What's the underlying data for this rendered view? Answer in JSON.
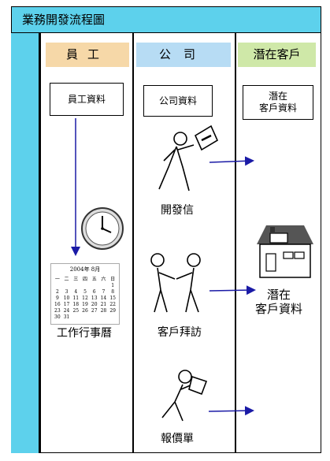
{
  "title": "業務開發流程圖",
  "lanes": {
    "employee": "員工",
    "company": "公司",
    "prospect": "潛在客戶"
  },
  "boxes": {
    "employee_data": "員工資料",
    "company_data": "公司資料",
    "prospect_data_line1": "潛在",
    "prospect_data_line2": "客戶資料"
  },
  "steps": {
    "letter": "開發信",
    "visit": "客戶拜訪",
    "quote": "報價單",
    "schedule": "工作行事曆",
    "result_line1": "潛在",
    "result_line2": "客戶資料"
  },
  "calendar": {
    "header": "2004年 8月",
    "weekdays": [
      "一",
      "二",
      "三",
      "四",
      "五",
      "六",
      "日"
    ],
    "days": [
      "",
      "",
      "",
      "",
      "",
      "",
      "1",
      "2",
      "3",
      "4",
      "5",
      "6",
      "7",
      "8",
      "9",
      "10",
      "11",
      "12",
      "13",
      "14",
      "15",
      "16",
      "17",
      "18",
      "19",
      "20",
      "21",
      "22",
      "23",
      "24",
      "25",
      "26",
      "27",
      "28",
      "29",
      "30",
      "31"
    ]
  },
  "colors": {
    "title_bg": "#5dd1ec",
    "employee_header": "#f6d8a8",
    "company_header": "#b7dcf4",
    "prospect_header": "#cfe8a8",
    "arrow": "#1a1aa6"
  }
}
